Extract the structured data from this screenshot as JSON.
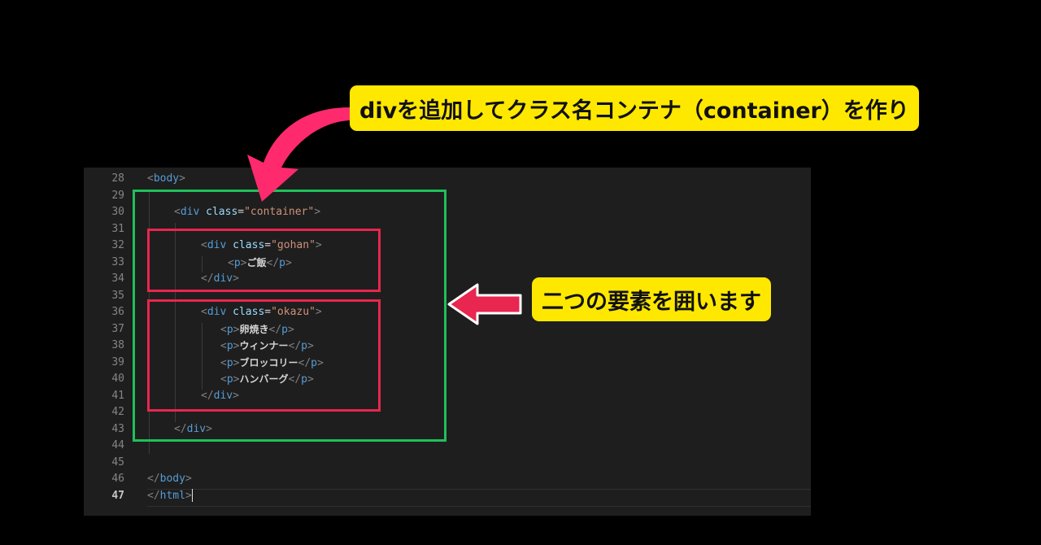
{
  "callouts": {
    "top": "divを追加してクラス名コンテナ（container）を作り",
    "right": "二つの要素を囲います"
  },
  "editor": {
    "line_numbers": [
      "28",
      "29",
      "30",
      "31",
      "32",
      "33",
      "34",
      "35",
      "36",
      "37",
      "38",
      "39",
      "40",
      "41",
      "42",
      "43",
      "44",
      "45",
      "46",
      "47"
    ],
    "current_line": "47",
    "strings": {
      "container": "\"container\"",
      "gohan": "\"gohan\"",
      "okazu": "\"okazu\""
    },
    "texts": {
      "gohan": "ご飯",
      "tamagoyaki": "卵焼き",
      "wiener": "ウィンナー",
      "broccoli": "ブロッコリー",
      "hamburg": "ハンバーグ"
    }
  },
  "colors": {
    "callout_bg": "#ffe800",
    "green_highlight": "#1fc05a",
    "red_highlight": "#e8264f",
    "arrow": "#ff2a6d"
  }
}
